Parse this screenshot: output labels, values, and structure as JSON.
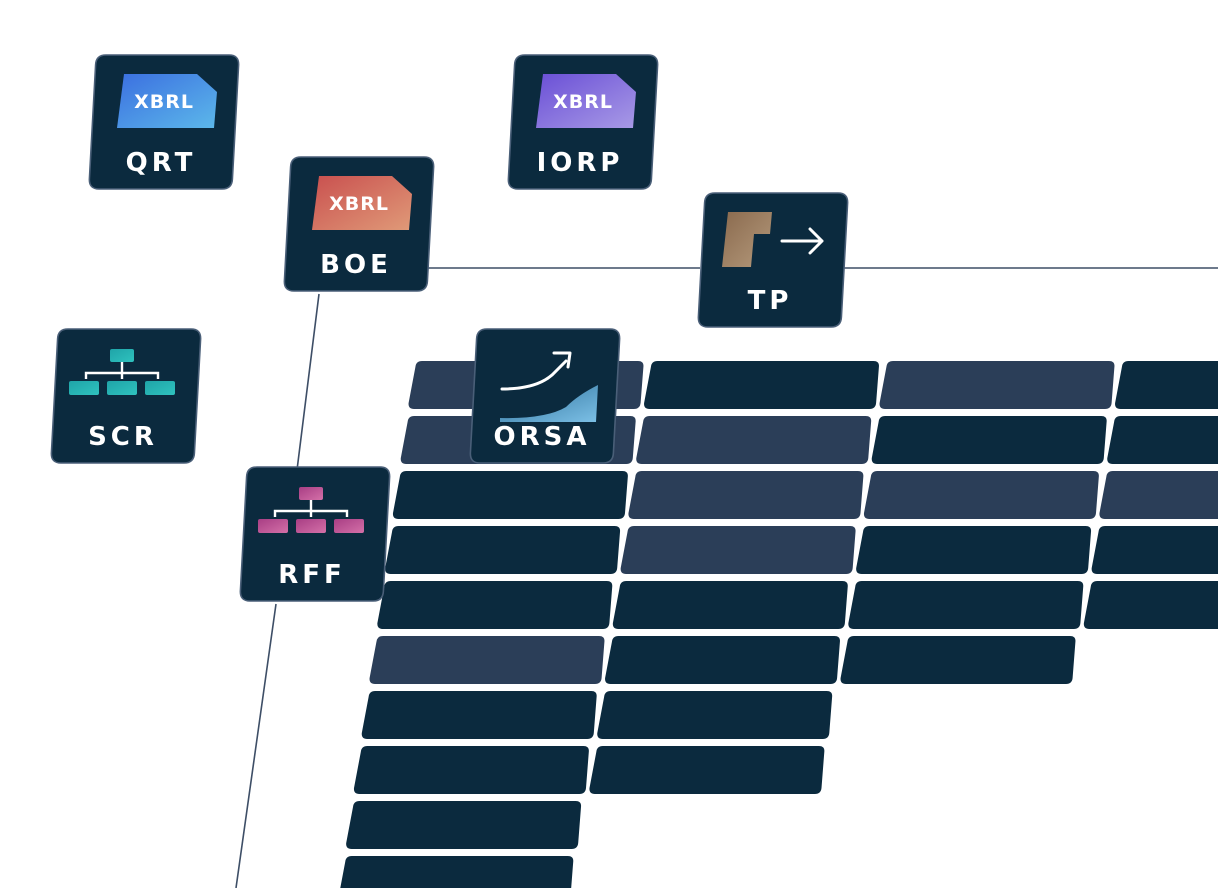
{
  "colors": {
    "background": "#ffffff",
    "tile_fill": "#0b2a3e",
    "tile_border": "#4a5f78",
    "cell_dark": "#0b2a3e",
    "cell_light": "#2b3e58",
    "connector": "#3d4e66",
    "tile_text": "#ffffff"
  },
  "tiles": [
    {
      "id": "qrt",
      "label": "QRT",
      "kind": "xbrl",
      "chip_text": "XBRL",
      "chip_gradient": [
        "#3b6fe0",
        "#5cb8ea"
      ],
      "icon_name": "xbrl-document-icon"
    },
    {
      "id": "iorp",
      "label": "IORP",
      "kind": "xbrl",
      "chip_text": "XBRL",
      "chip_gradient": [
        "#6a4fd6",
        "#a89ae6"
      ],
      "icon_name": "xbrl-document-icon"
    },
    {
      "id": "boe",
      "label": "BOE",
      "kind": "xbrl",
      "chip_text": "XBRL",
      "chip_gradient": [
        "#c9504f",
        "#e09a78"
      ],
      "icon_name": "xbrl-document-icon"
    },
    {
      "id": "tp",
      "label": "TP",
      "kind": "tp",
      "chip_gradient": [
        "#8a6a4e",
        "#b59a7c"
      ],
      "icon_name": "transfer-arrow-icon"
    },
    {
      "id": "scr",
      "label": "SCR",
      "kind": "tree",
      "chip_gradient": [
        "#1fa4a8",
        "#2fc2be"
      ],
      "icon_name": "hierarchy-icon"
    },
    {
      "id": "orsa",
      "label": "ORSA",
      "kind": "orsa",
      "chip_gradient": [
        "#2d6f9a",
        "#7cc0e6"
      ],
      "icon_name": "growth-curve-icon"
    },
    {
      "id": "rff",
      "label": "RFF",
      "kind": "tree",
      "chip_gradient": [
        "#a83e84",
        "#d470a8"
      ],
      "icon_name": "hierarchy-icon"
    }
  ],
  "grid": {
    "rows": [
      [
        "light",
        "dark",
        "light",
        "dark"
      ],
      [
        "light",
        "light",
        "dark",
        "dark"
      ],
      [
        "dark",
        "light",
        "light",
        "light"
      ],
      [
        "dark",
        "light",
        "dark",
        "dark"
      ],
      [
        "dark",
        "dark",
        "dark",
        "dark"
      ],
      [
        "light",
        "dark",
        "dark"
      ],
      [
        "dark",
        "dark"
      ],
      [
        "dark",
        "dark"
      ],
      [
        "dark"
      ],
      [
        "dark"
      ]
    ]
  }
}
